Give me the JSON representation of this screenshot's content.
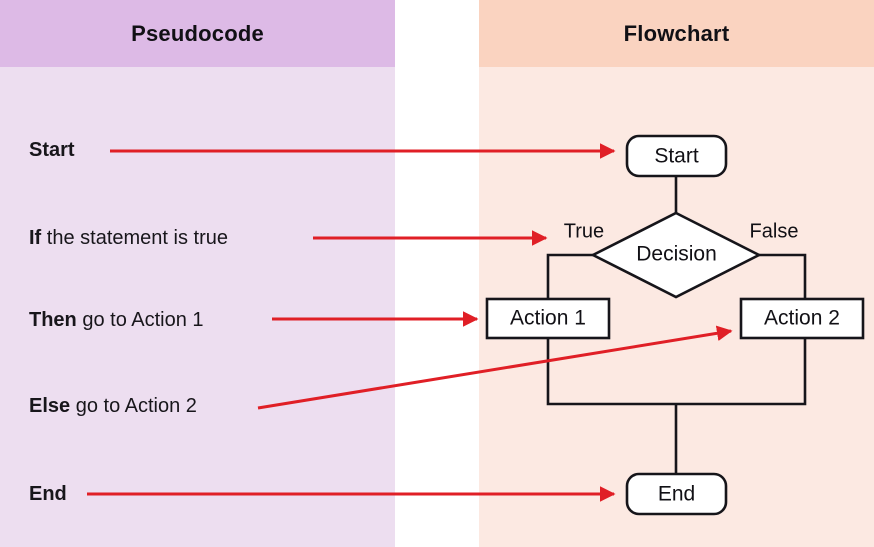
{
  "panels": {
    "pseudocode": {
      "title": "Pseudocode",
      "bg": "#eddef0",
      "header_bg": "#ddbae6"
    },
    "flowchart": {
      "title": "Flowchart",
      "bg": "#fce9e2",
      "header_bg": "#fad3c0"
    }
  },
  "pseudocode_lines": [
    {
      "keyword": "Start",
      "rest": ""
    },
    {
      "keyword": "If",
      "rest": " the statement is true"
    },
    {
      "keyword": "Then",
      "rest": " go to Action 1"
    },
    {
      "keyword": "Else",
      "rest": " go to Action 2"
    },
    {
      "keyword": "End",
      "rest": ""
    }
  ],
  "flowchart": {
    "nodes": [
      {
        "id": "start",
        "label": "Start",
        "shape": "rounded-rectangle"
      },
      {
        "id": "decision",
        "label": "Decision",
        "shape": "diamond"
      },
      {
        "id": "action1",
        "label": "Action 1",
        "shape": "rectangle"
      },
      {
        "id": "action2",
        "label": "Action 2",
        "shape": "rectangle"
      },
      {
        "id": "end",
        "label": "End",
        "shape": "rounded-rectangle"
      }
    ],
    "branch_labels": [
      {
        "id": "true",
        "label": "True"
      },
      {
        "id": "false",
        "label": "False"
      }
    ],
    "edge_color": "#16151a"
  },
  "pointers": {
    "color": "#e01f26",
    "items": [
      {
        "from": "Start",
        "to": "start-node"
      },
      {
        "from": "If",
        "to": "decision-node"
      },
      {
        "from": "Then",
        "to": "action1-node"
      },
      {
        "from": "Else",
        "to": "action2-node"
      },
      {
        "from": "End",
        "to": "end-node"
      }
    ]
  }
}
